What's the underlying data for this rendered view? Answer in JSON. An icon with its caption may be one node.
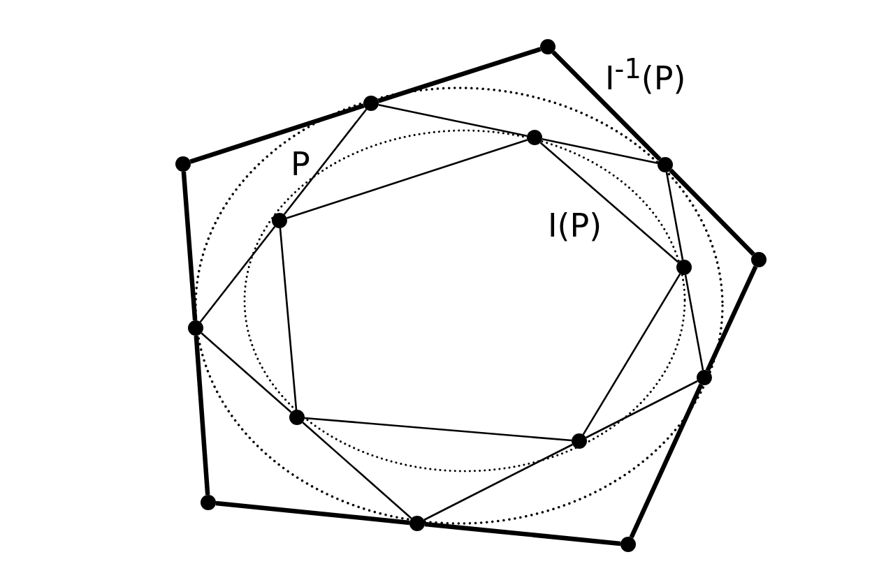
{
  "diagram": {
    "nodes": [
      {
        "text": [],
        "shape": "circle"
      },
      {
        "text": [],
        "shape": "circle"
      },
      {
        "text": [],
        "shape": "circle"
      },
      {
        "text": [],
        "shape": "circle"
      },
      {
        "text": [],
        "shape": "circle"
      },
      {
        "text": [],
        "shape": "circle"
      },
      {
        "text": [],
        "shape": "circle"
      },
      {
        "text": [],
        "shape": "circle"
      },
      {
        "text": [],
        "shape": "circle"
      },
      {
        "text": [],
        "shape": "circle"
      },
      {
        "text": [],
        "shape": "circle"
      },
      {
        "text": [],
        "shape": "circle"
      },
      {
        "text": [],
        "shape": "circle"
      },
      {
        "text": [],
        "shape": "circle"
      },
      {
        "text": [],
        "shape": "circle"
      }
    ],
    "edges": [
      {
        "from": 3,
        "to": 1,
        "arrow": "none",
        "style": "thick"
      },
      {
        "from": 1,
        "to": 0,
        "arrow": "none",
        "style": "thick"
      },
      {
        "from": 0,
        "to": 4,
        "arrow": "none",
        "style": "thick"
      },
      {
        "from": 4,
        "to": 6,
        "arrow": "none",
        "style": "thick"
      },
      {
        "from": 6,
        "to": 9,
        "arrow": "none",
        "style": "thick"
      },
      {
        "from": 9,
        "to": 14,
        "arrow": "none",
        "style": "thick"
      },
      {
        "from": 14,
        "to": 13,
        "arrow": "none",
        "style": "thick"
      },
      {
        "from": 13,
        "to": 12,
        "arrow": "none",
        "style": "thick"
      },
      {
        "from": 12,
        "to": 8,
        "arrow": "none",
        "style": "thick"
      },
      {
        "from": 8,
        "to": 3,
        "arrow": "none",
        "style": "thick"
      },
      {
        "from": 1,
        "to": 2,
        "arrow": "none"
      },
      {
        "from": 2,
        "to": 4,
        "arrow": "none"
      },
      {
        "from": 4,
        "to": 7,
        "arrow": "none"
      },
      {
        "from": 7,
        "to": 9,
        "arrow": "none"
      },
      {
        "from": 9,
        "to": 11,
        "arrow": "none"
      },
      {
        "from": 11,
        "to": 13,
        "arrow": "none"
      },
      {
        "from": 13,
        "to": 10,
        "arrow": "none"
      },
      {
        "from": 10,
        "to": 8,
        "arrow": "none"
      },
      {
        "from": 8,
        "to": 5,
        "arrow": "none"
      },
      {
        "from": 5,
        "to": 1,
        "arrow": "none"
      },
      {
        "from": 2,
        "to": 7,
        "arrow": "none"
      },
      {
        "from": 7,
        "to": 11,
        "arrow": "none"
      },
      {
        "from": 11,
        "to": 10,
        "arrow": "none"
      },
      {
        "from": 10,
        "to": 5,
        "arrow": "none"
      },
      {
        "from": 5,
        "to": 2,
        "arrow": "none"
      }
    ],
    "labels": [
      "I$^{-1}$(P)",
      "P",
      "I(P)"
    ]
  }
}
